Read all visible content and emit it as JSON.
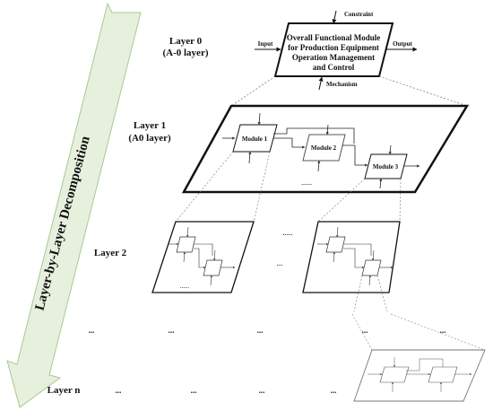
{
  "arrow_label": "Layer-by-Layer Decomposition",
  "layer0": {
    "title": "Layer 0",
    "subtitle": "(A-0 layer)",
    "module_lines": [
      "Overall Functional Module",
      "for Production Equipment",
      "Operation Management",
      "and Control"
    ],
    "input": "Input",
    "output": "Output",
    "constraint": "Constraint",
    "mechanism": "Mechanism"
  },
  "layer1": {
    "title": "Layer 1",
    "subtitle": "(A0 layer)",
    "module1": "Module 1",
    "module2": "Module 2",
    "module3": "Module 3",
    "ellipsis": "......"
  },
  "layer2": {
    "title": "Layer 2",
    "ellipsis_between": "...",
    "ellipsis_top": ".....",
    "ellipsis_bottom": "......"
  },
  "layer_mid": {
    "dots": "..."
  },
  "layern": {
    "title": "Layer n",
    "dots": "..."
  },
  "colors": {
    "arrow_fill": "#e6f0dc",
    "arrow_stroke": "#a9c896",
    "line": "#111111",
    "thin_line": "#444444"
  }
}
